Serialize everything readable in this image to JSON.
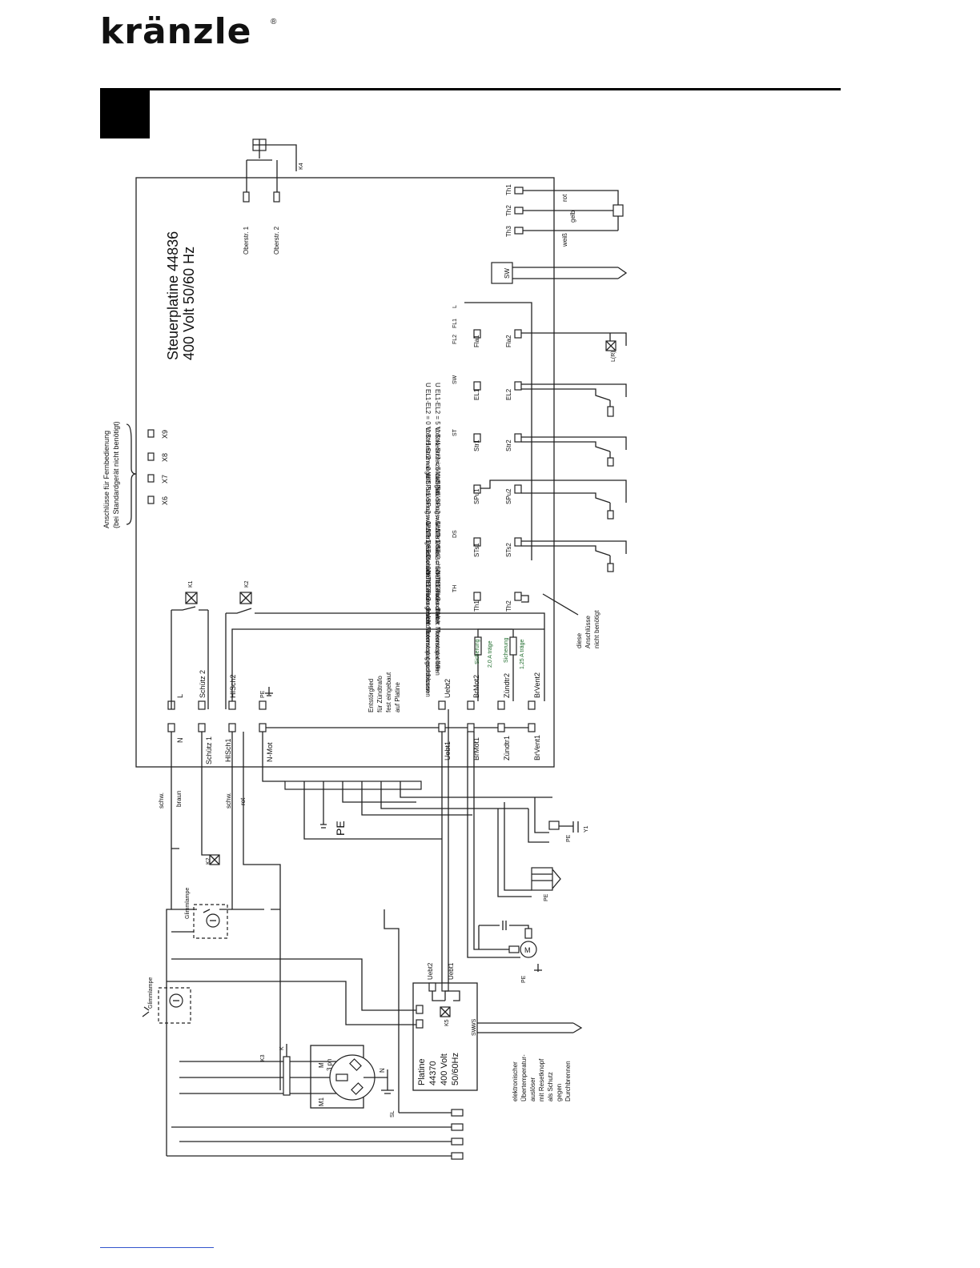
{
  "logo": {
    "text": "kränzle",
    "reg": "®"
  },
  "board": {
    "title": "Steuerplatine 44836",
    "voltage": "400 Volt  50/60 Hz",
    "remote": {
      "heading": "Anschlüsse für Fernbedienung",
      "note": "(bei Standardgerät nicht benötigt)",
      "terminals": [
        "X6",
        "X7",
        "X8",
        "X9"
      ]
    },
    "oberstr": [
      "Oberstr. 1",
      "Oberstr. 2"
    ],
    "k4": "K4",
    "th_connectors": [
      "Th1",
      "Th2",
      "Th3"
    ],
    "wire_colors": [
      "rot",
      "gelb",
      "weiß"
    ],
    "sw_label": "SW",
    "fl_label": "FL1",
    "fl2_label": "FL2",
    "fla": [
      "Fla1",
      "Fla2"
    ],
    "l_label": "L",
    "ionisation": "L(R)",
    "sw2": "SW",
    "el": [
      "EL1",
      "EL2"
    ],
    "el_notes": [
      "U EL1-EL2 = 0 Volt: Heizölmangel",
      "U EL1-EL2 = 5 Volt: kein Heizölmangel"
    ],
    "st": "ST",
    "str": [
      "Str1",
      "Str2"
    ],
    "str_notes": [
      "U Str1-Str2 = 0 Volt: Strömungswächter geschlossen",
      "U Str1-Str2 = 5 Volt: Strömungswächter offen"
    ],
    "spu": [
      "SPu1",
      "SPu2"
    ],
    "spu_notes": [
      "U SPu1-SPu2 = 0 Volt: Druckschalter Brenner geschlossen",
      "U SPu1-SPu2 = 5 Volt: Druckschalter Brenner offen"
    ],
    "ds": "DS",
    "sts": [
      "STs1",
      "STs2"
    ],
    "sts_notes": [
      "U STs1-STs2 = 0 Volt: Druckschalter Motorstop geschlossen",
      "U STs1-STs2 = 5 Volt: Druckschalter Motorstop offen"
    ],
    "th": "TH",
    "th_pair": [
      "Th1",
      "Th2"
    ],
    "th_notes": [
      "U Th1-Th2 = 0 Volt: Thermostat geschlossen",
      "U Th1-Th2 = 5 Volt: Thermostat offen"
    ],
    "unused": [
      "diese",
      "Anschlüsse",
      "nicht benötigt"
    ],
    "k1": "K1",
    "k2": "K2",
    "fuse1": [
      "Sicherung",
      "2,0 A träge"
    ],
    "fuse2": [
      "Sicherung",
      "1,25 A träge"
    ],
    "bottom_top_row": [
      "L",
      "Schütz 2",
      "HISch2",
      "PE",
      "Uebt2",
      "BrMot2",
      "Zündtr2",
      "BrVent2"
    ],
    "bottom_low_row": [
      "N",
      "Schütz 1",
      "HISch1",
      "N-Mot",
      "Uebt1",
      "BrMot1",
      "Zündtr1",
      "BrVent1"
    ],
    "entstor": [
      "Entstörglied",
      "für Zündtrafo",
      "fest eingebaut",
      "auf Platine"
    ]
  },
  "wires": {
    "schw1": "schw.",
    "braun": "braun",
    "schw2": "schw.",
    "rot": "rot"
  },
  "pe_main": "PE",
  "pe_small": "PE",
  "y1": "Y1",
  "k2_coil": "K2",
  "glimmlampe1": "Glimmlampe",
  "glimmlampe2": "Glimmlampe",
  "motor_m": "M",
  "platine2": {
    "lines": [
      "Platine",
      "44370",
      "400 Volt",
      "50/60Hz"
    ],
    "uebt": [
      "Uebt2",
      "Uebt1"
    ],
    "k5": "K5",
    "ws": "WS",
    "sw": "SW"
  },
  "k3": "K3",
  "k": "K",
  "motor3": {
    "m": "M",
    "ph": "3 ph",
    "m1": "M1",
    "n": "N"
  },
  "sl": "SL",
  "protect_note": [
    "elektronischer",
    "Übertemperatur-",
    "auslöser",
    "mit Resetknopf",
    "als Schutz",
    "gegen",
    "Durchbrennen"
  ]
}
